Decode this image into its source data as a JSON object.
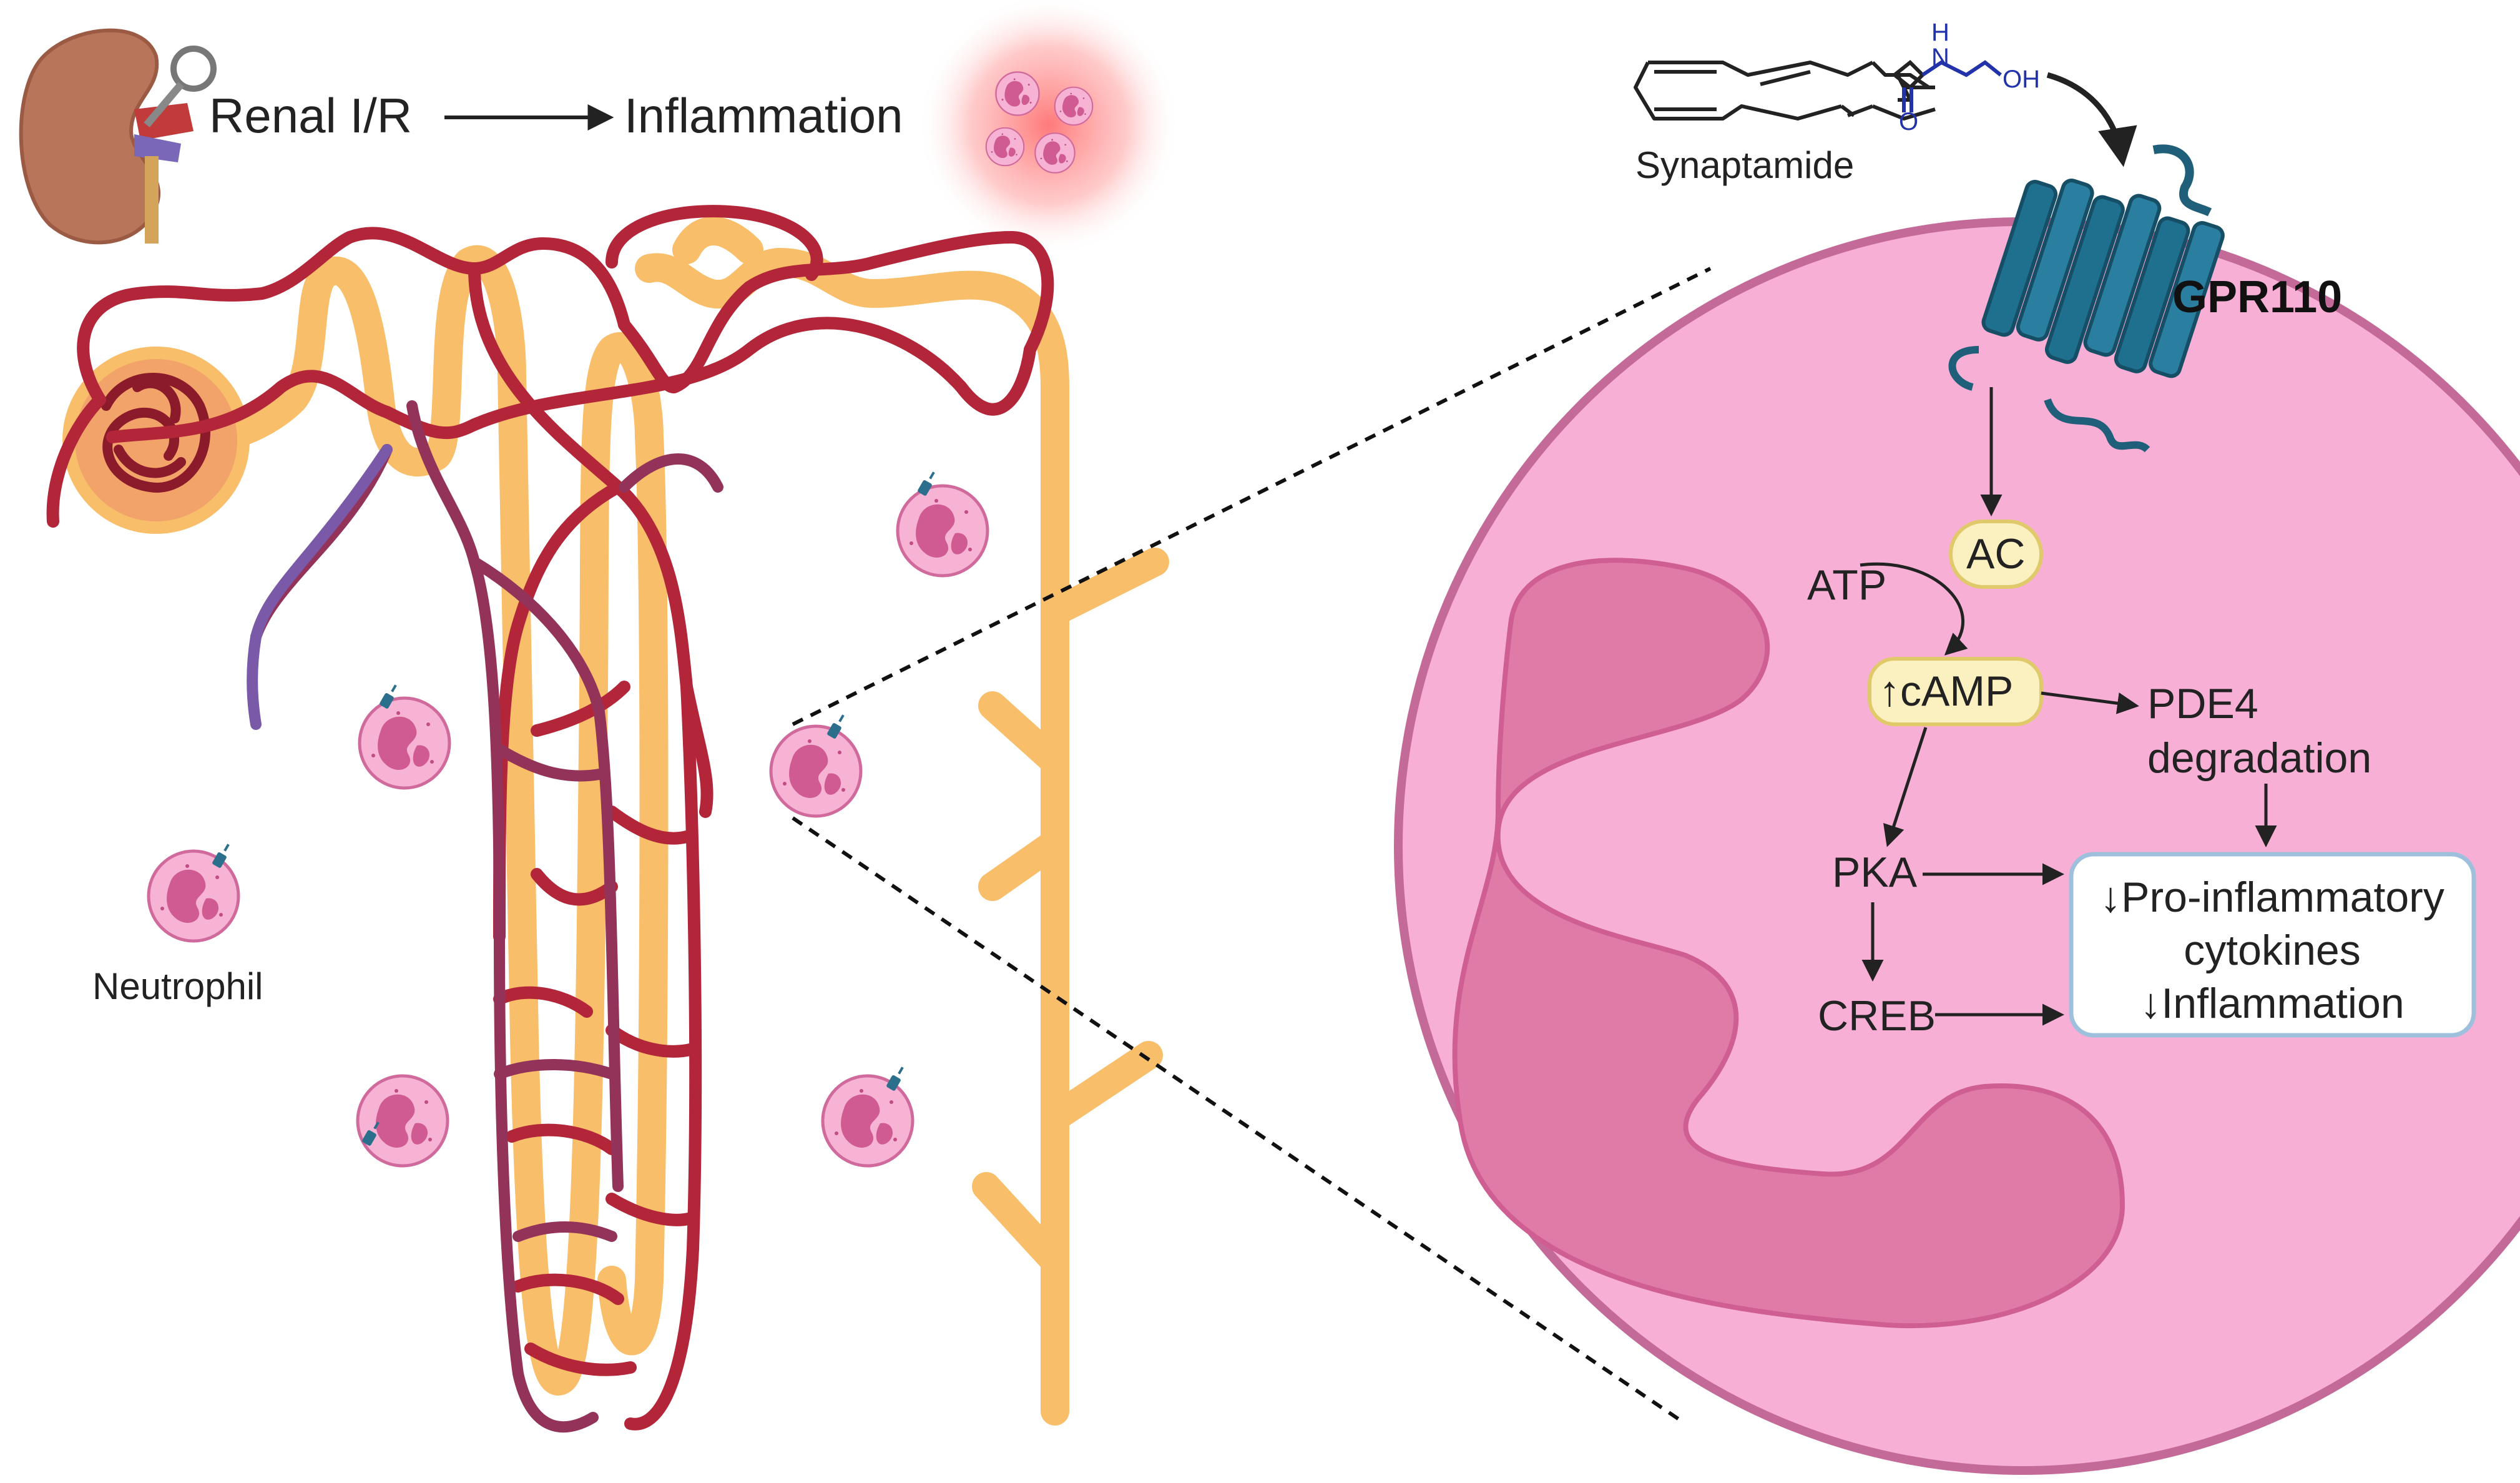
{
  "header": {
    "renal": "Renal I/R",
    "inflammation": "Inflammation"
  },
  "molecule": {
    "name": "Synaptamide",
    "atom_n": "N",
    "atom_h": "H",
    "atom_o": "O",
    "atom_oh": "OH"
  },
  "receptor": {
    "name": "GPR110"
  },
  "pathway": {
    "ac": "AC",
    "atp": "ATP",
    "camp": "↑cAMP",
    "pde4": "PDE4",
    "degradation": "degradation",
    "pka": "PKA",
    "creb": "CREB",
    "outcome_line1": "↓Pro-inflammatory",
    "outcome_line2": "cytokines",
    "outcome_line3": "↓Inflammation"
  },
  "cells": {
    "neutrophil": "Neutrophil"
  },
  "colors": {
    "artery": "#b3263a",
    "vein": "#7a5aa8",
    "tubule": "#f9be6a",
    "cell_pink": "#f4a6cf",
    "cell_dark": "#c74c8a",
    "nucleus": "#e07aa9",
    "receptor": "#1f6f8f",
    "node_fill": "#fbf1c0"
  }
}
